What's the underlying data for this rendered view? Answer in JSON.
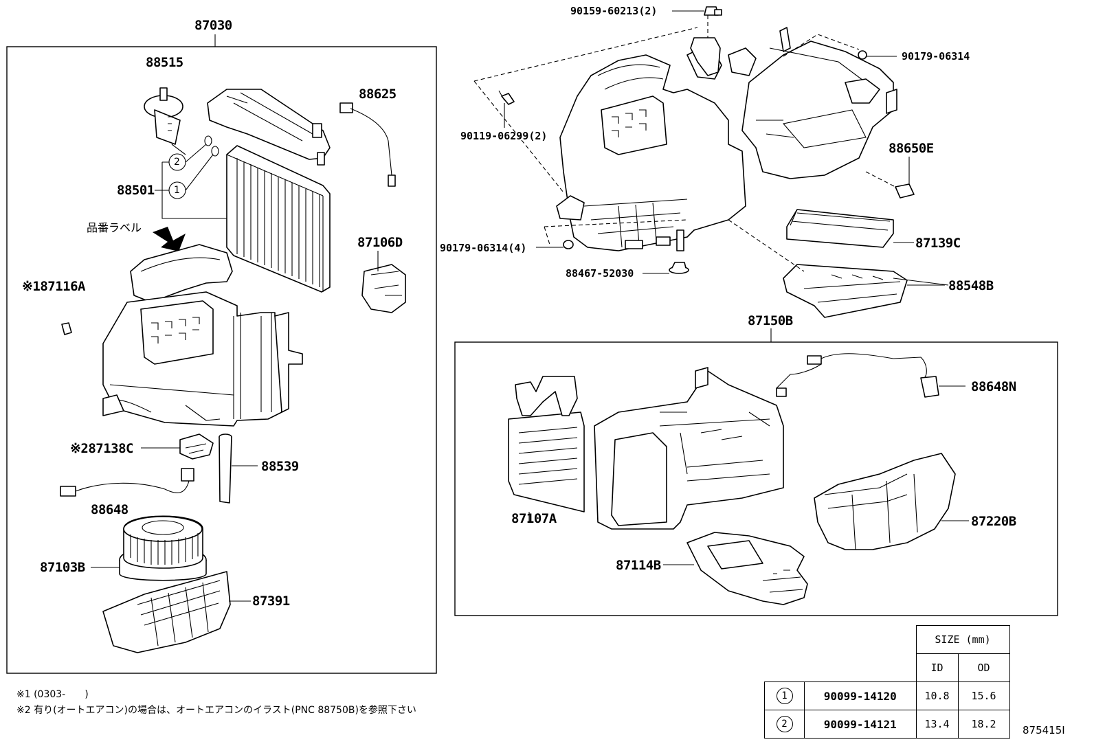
{
  "diagram": {
    "labels": {
      "assy_left": "87030",
      "p88515": "88515",
      "p88625": "88625",
      "p88501": "88501",
      "label_jp": "品番ラベル",
      "p87116A": "※187116A",
      "p87106D": "87106D",
      "p87138C": "※287138C",
      "p88539": "88539",
      "p88648": "88648",
      "p87103B": "87103B",
      "p87391": "87391",
      "b90159": "90159-60213(2)",
      "b90179a": "90179-06314",
      "b90119": "90119-06299(2)",
      "p88650E": "88650E",
      "b90179b": "90179-06314(4)",
      "p87139C": "87139C",
      "p88467": "88467-52030",
      "p88548B": "88548B",
      "assy_right": "87150B",
      "p88648N": "88648N",
      "p87107A": "87107A",
      "p87220B": "87220B",
      "p87114B": "87114B",
      "circle1": "1",
      "circle2": "2",
      "illus_no": "875415I"
    },
    "notes": {
      "note1": "※1 (0303-　　)",
      "note2": "※2 有り(オートエアコン)の場合は、オートエアコンのイラスト(PNC 88750B)を参照下さい"
    },
    "size_table": {
      "header": "SIZE (mm)",
      "col_id": "ID",
      "col_od": "OD",
      "rows": [
        {
          "mark": "1",
          "part": "90099-14120",
          "id": "10.8",
          "od": "15.6"
        },
        {
          "mark": "2",
          "part": "90099-14121",
          "id": "13.4",
          "od": "18.2"
        }
      ]
    }
  }
}
